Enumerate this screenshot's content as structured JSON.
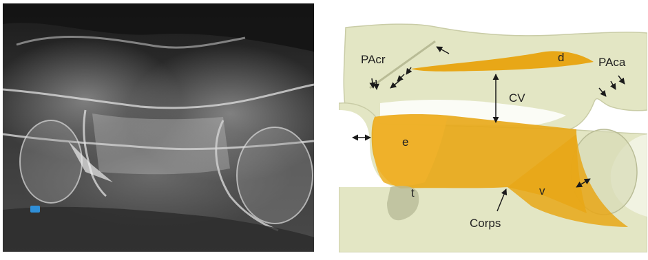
{
  "xray": {
    "marker_color": "#2f8fd8"
  },
  "diagram": {
    "labels": {
      "pa_cranial": "PAcr",
      "pa_caudal": "PAca",
      "dorsal": "d",
      "vertebral_canal": "CV",
      "epiphysis": "e",
      "ventral": "v",
      "tubercle": "t",
      "body": "Corps"
    },
    "colors": {
      "bone": "#e3e6c4",
      "bone_edge": "#c9cca6",
      "highlight": "#e8a717",
      "highlight_dark": "#d4920e",
      "arrow": "#1a1a1a"
    }
  }
}
